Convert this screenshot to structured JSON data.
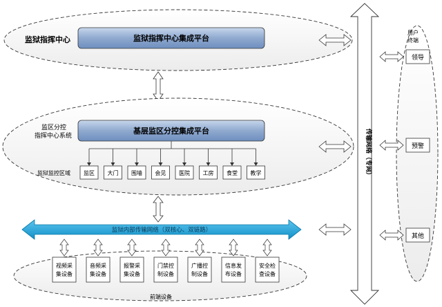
{
  "top_zone": {
    "label": "监狱指挥中心",
    "platform": "监狱指挥中心集成平台"
  },
  "mid_zone": {
    "label_line1": "监区分控",
    "label_line2": "指挥中心系统",
    "platform": "基层监区分控集成平台",
    "area_label": "监狱监控区域",
    "areas": [
      "监区",
      "大门",
      "围墙",
      "会见",
      "医院",
      "工房",
      "食堂",
      "教学"
    ]
  },
  "network": {
    "internal": "监狱内部传输网络（双核心、双链路）",
    "transport": "传输网络（专网）"
  },
  "bottom_zone": {
    "label": "前端设备",
    "devices": [
      [
        "视频采",
        "集设备"
      ],
      [
        "音频采",
        "集设备"
      ],
      [
        "报警采",
        "集设备"
      ],
      [
        "门禁控",
        "制设备"
      ],
      [
        "广播控",
        "制设备"
      ],
      [
        "信息发",
        "布设备"
      ],
      [
        "安全检",
        "查设备"
      ]
    ]
  },
  "user_terminal": {
    "label_line1": "用户",
    "label_line2": "终端",
    "items": [
      "领导",
      "预警",
      "其他"
    ]
  },
  "colors": {
    "platform_fill": "#8fa9cf",
    "network_arrow": "#1aa0d6",
    "outline": "#333333"
  }
}
